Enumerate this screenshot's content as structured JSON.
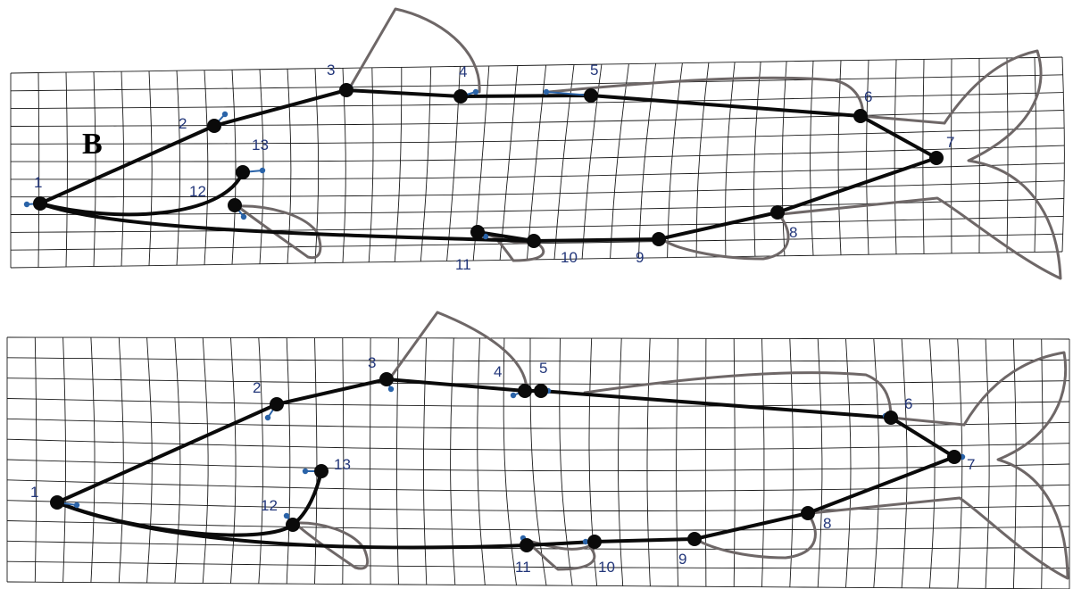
{
  "panels": [
    {
      "id": "top",
      "panel_label": "B",
      "landmarks": [
        {
          "label": "1"
        },
        {
          "label": "2"
        },
        {
          "label": "3"
        },
        {
          "label": "4"
        },
        {
          "label": "5"
        },
        {
          "label": "6"
        },
        {
          "label": "7"
        },
        {
          "label": "8"
        },
        {
          "label": "9"
        },
        {
          "label": "10"
        },
        {
          "label": "11"
        },
        {
          "label": "12"
        },
        {
          "label": "13"
        }
      ]
    },
    {
      "id": "bottom",
      "panel_label": "",
      "landmarks": [
        {
          "label": "1"
        },
        {
          "label": "2"
        },
        {
          "label": "3"
        },
        {
          "label": "4"
        },
        {
          "label": "5"
        },
        {
          "label": "6"
        },
        {
          "label": "7"
        },
        {
          "label": "8"
        },
        {
          "label": "9"
        },
        {
          "label": "10"
        },
        {
          "label": "11"
        },
        {
          "label": "12"
        },
        {
          "label": "13"
        }
      ]
    }
  ],
  "colors": {
    "grid": "#1a1a1a",
    "outline": "#6e6767",
    "wireframe": "#0a0a0a",
    "vector": "#2a63a8",
    "label": "#22367a"
  }
}
